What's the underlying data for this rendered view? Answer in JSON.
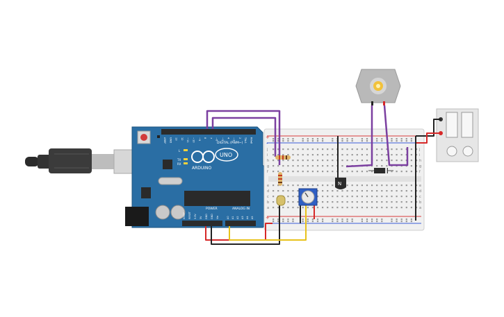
{
  "arduino": {
    "brand": "ARDUINO",
    "model": "UNO",
    "digital_header": "DIGITAL (PWM~)",
    "power_header": "POWER",
    "analog_header": "ANALOG IN",
    "pin_labels_top": [
      "AREF",
      "GND",
      "13",
      "12",
      "~11",
      "~10",
      "~9",
      "8",
      "7",
      "~6",
      "~5",
      "4",
      "~3",
      "2",
      "TX▸1",
      "RX◂0"
    ],
    "pin_labels_power": [
      "IOREF",
      "RESET",
      "3.3V",
      "5V",
      "GND",
      "GND",
      "Vin"
    ],
    "pin_labels_analog": [
      "A0",
      "A1",
      "A2",
      "A3",
      "A4",
      "A5"
    ],
    "leds": [
      "L",
      "TX",
      "RX"
    ],
    "on_label": "ON"
  },
  "breadboard": {
    "row_letters_top": [
      "j",
      "i",
      "h",
      "g",
      "f"
    ],
    "row_letters_bottom": [
      "e",
      "d",
      "c",
      "b",
      "a"
    ],
    "rail_plus": "+",
    "rail_minus": "-"
  },
  "transistor": {
    "label": "N"
  },
  "colors": {
    "arduino_blue": "#2a6ea4",
    "wire_purple": "#7b3fa0",
    "wire_red": "#d62828",
    "wire_black": "#222222",
    "wire_yellow": "#e8c21b",
    "breadboard": "#f0f0f0",
    "rail_red": "#d93a3a",
    "rail_blue": "#3a5bd9",
    "battery_bg": "#e6e6e6"
  },
  "icons": {
    "usb_cable": "usb-cable-icon",
    "motor": "dc-motor-icon",
    "battery": "battery-pack-icon",
    "potentiometer": "potentiometer-icon",
    "diode": "diode-icon"
  }
}
